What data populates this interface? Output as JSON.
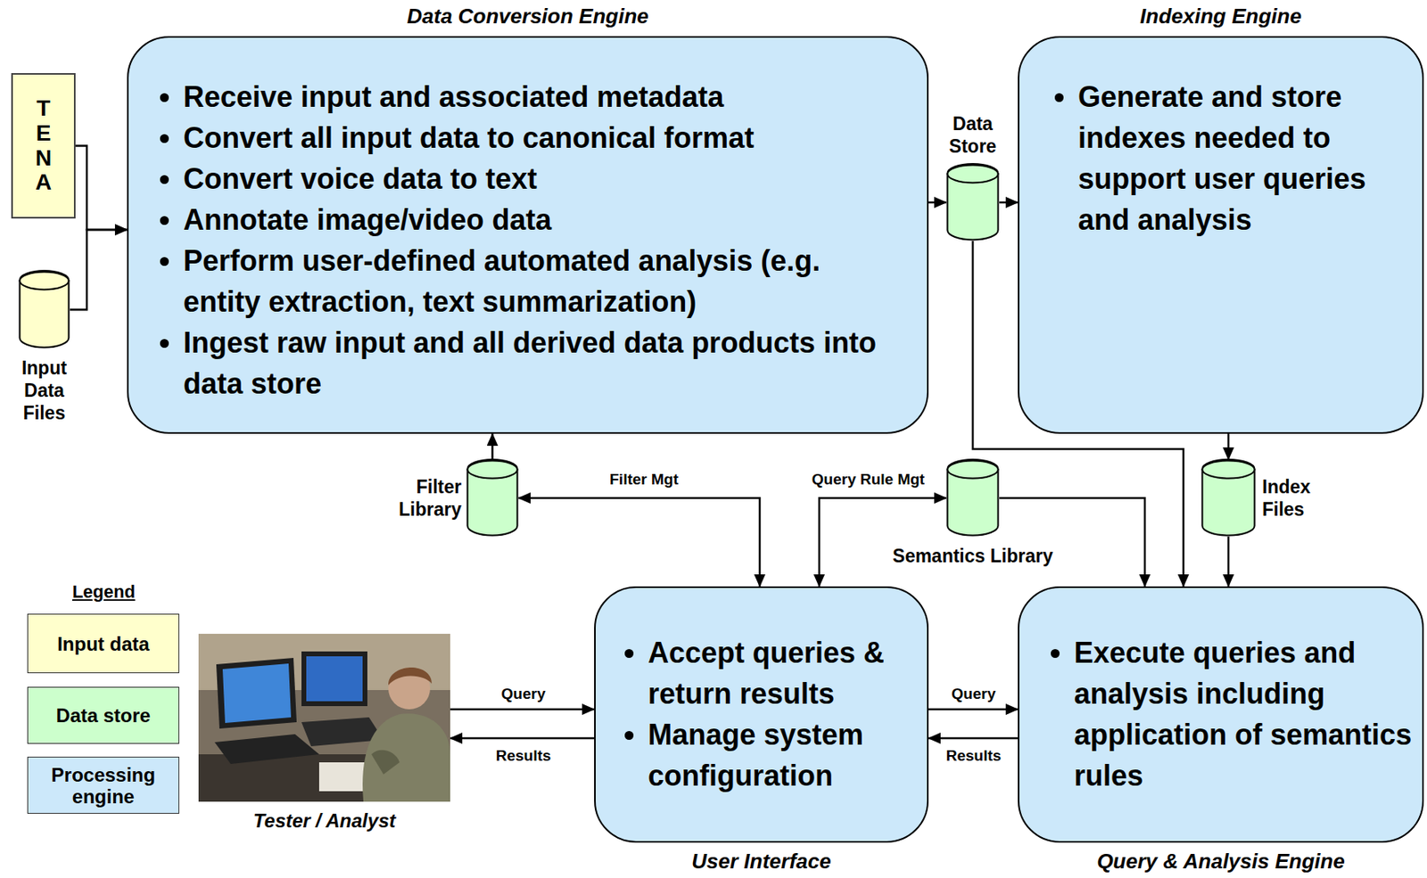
{
  "diagram": {
    "nodes": [
      {
        "text": [
          "TENA"
        ]
      },
      {
        "text": [
          "Input Data Files"
        ]
      },
      {
        "text": [
          "Data Conversion Engine",
          "Receive input and associated metadata",
          "Convert all input data to canonical format",
          "Convert voice data to text",
          "Annotate image/video data",
          "Perform user-defined automated analysis (e.g. entity extraction, text summarization)",
          "Ingest raw input and all derived data products into data store"
        ]
      },
      {
        "text": [
          "Data Store"
        ]
      },
      {
        "text": [
          "Indexing Engine",
          "Generate and store indexes needed to support user queries and analysis"
        ]
      },
      {
        "text": [
          "Filter Library"
        ]
      },
      {
        "text": [
          "Semantics Library"
        ]
      },
      {
        "text": [
          "Index Files"
        ]
      },
      {
        "text": [
          "Tester / Analyst"
        ]
      },
      {
        "text": [
          "User Interface",
          "Accept queries & return results",
          "Manage system configuration"
        ]
      },
      {
        "text": [
          "Query & Analysis Engine",
          "Execute queries and analysis including application of semantics rules"
        ]
      }
    ],
    "edges": [
      {
        "from": 0,
        "to": 2,
        "arrow": "to"
      },
      {
        "from": 1,
        "to": 2,
        "arrow": "to"
      },
      {
        "from": 2,
        "to": 3,
        "arrow": "to"
      },
      {
        "from": 3,
        "to": 4,
        "arrow": "to"
      },
      {
        "from": 3,
        "to": 10,
        "arrow": "to"
      },
      {
        "from": 4,
        "to": 7,
        "arrow": "to"
      },
      {
        "from": 7,
        "to": 10,
        "arrow": "to"
      },
      {
        "from": 5,
        "to": 2,
        "arrow": "to"
      },
      {
        "from": 9,
        "to": 5,
        "label": "Filter Mgt",
        "arrow": "both"
      },
      {
        "from": 9,
        "to": 6,
        "label": "Query Rule Mgt",
        "arrow": "both"
      },
      {
        "from": 6,
        "to": 10,
        "arrow": "to"
      },
      {
        "from": 8,
        "to": 9,
        "label": "Query",
        "arrow": "to"
      },
      {
        "from": 9,
        "to": 8,
        "label": "Results",
        "arrow": "to"
      },
      {
        "from": 9,
        "to": 10,
        "label": "Query",
        "arrow": "to"
      },
      {
        "from": 10,
        "to": 9,
        "label": "Results",
        "arrow": "to"
      }
    ],
    "labels": [
      "Legend"
    ],
    "legend": [
      {
        "text": "Input data",
        "color": "#ffffcc"
      },
      {
        "text": "Data store",
        "color": "#ccffcc"
      },
      {
        "text": "Processing engine",
        "color": "#cce8fa"
      }
    ]
  }
}
